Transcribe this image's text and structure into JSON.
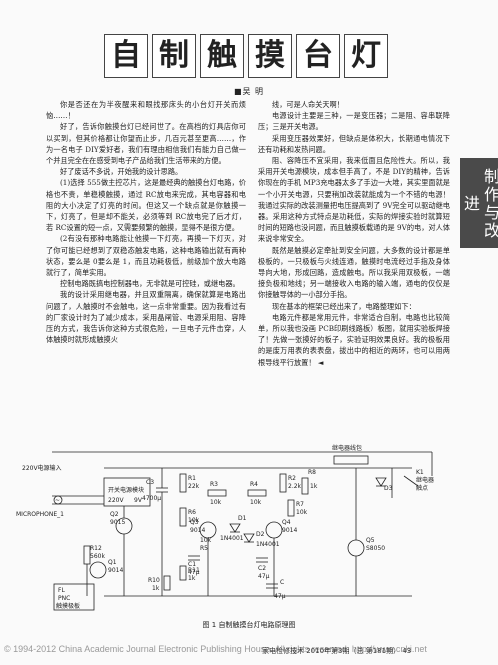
{
  "title_chars": [
    "自",
    "制",
    "触",
    "摸",
    "台",
    "灯"
  ],
  "author": "■吴 明",
  "side_badge": "制作与改进",
  "left_column": [
    "你是否还在为半夜醒来和眼找那床头的小台灯开关而烦恼……！",
    "好了，告诉你触摸台灯已经问世了。在高档的灯具店你可以买到，但其价格都让你望而止步，几百元甚至更高……，作为一名电子 DIY爱好者，我们有理由相信我们有能力自己做一个并且完全在在感受到电子产品给我们生活带来的方便。",
    "好了废话不多说，开始我的设计思路。",
    "(1)选择 555做主控芯片，这是最经典的触摸台灯电路，价格也不贵，单稳模触摸，通过 RC放电来完成，其电容器和电阻的大小决定了灯亮的时间。但这又一个缺点就是你触摸一下，灯亮了，但是却不能关，必须等到 RC放电完了后才灯，若 RC设置的短一点，又需要频繁的触摸，显得不是很方便。",
    "(2有没有那种电路能让他摸一下灯亮，再摸一下灯灭，对了你可能已经想到了双稳态触发电路，这种电路输出就有两种状态，要么是 0要么是 1，而且功耗极低，前级加个放大电路就行了，简单实用。",
    "控制电路既搞电控制器电，无非就是可控硅，或继电器。",
    "我的设计采用继电器，并且双重隔离，确保就算是电路出问题了，人触摸时不会触电，这一点非常重要。因为我看过有的厂家设计时为了减少成本，采用晶闸管、电源采用阻、容降压的方式，我告诉你这种方式很危险，一旦电子元件击穿，人体触摸时就形成触摸火"
  ],
  "right_column": [
    "线，可是人命关天啊！",
    "电源设计主要是三种，一是变压器；二是阻、容串联降压；三是开关电源。",
    "采用变压器效果好，但缺点是体积大，长期通电情况下还有功耗和发热问题。",
    "阻、容降压不宜采用，我来低面且危险性大。所以，我采用开关电源模块，成本但手高了，不是 DIY的精神，告诉你现在的手机 MP3充电器太多了手边一大堆，其实里面就是一个小开关电源，只要稍加改装就能成为一个不错的电源！我通过实际的改装测量把电压提高到了 9V完全可以驱动继电器。采用这种方式特点是功耗低，实际的焊接实验时就算短时间的短路也没问题，而且触摸板载通的是 9V的电，对人体来说非常安全。",
    "既然是触摸必定牵扯到安全问题，大多数的设计都是单极板的，一只极板与火线连通，触摸时电流经过手指及身体导向大地，形成回路，造成触电。所以我采用双极板，一端接负极和地线；另一端接收入电路的输入端，通电的仅仅是你接触导体的一小部分手指。",
    "现在基本的框架已经出来了，电路整理如下：",
    "电路元件都是常用元件，非常适合自制，电路也比较简单，所以我也没画 PCB印刷线路板）板图，就用实验板焊接了！先做一张摸好的板子，实验证明效果良好。我的极板用的是废万用表的表表盘，拔出中的相近的两环，也可以用两根导线平行放置！"
  ],
  "end_mark": "◄",
  "figure": {
    "labels": {
      "ac_in": "220V电源输入",
      "mains_sym": "~",
      "microphone": "MICROPHONE_1",
      "psu": "开关电源模块",
      "psu_in": "220V",
      "psu_out": "9V",
      "relay_coil": "继电器线包",
      "c3": "C3",
      "c3_val": "4700μ",
      "r1": "R1",
      "r1_val": "22k",
      "r2": "R2",
      "r2_val": "2.2k",
      "r3": "R3",
      "r3_val": "10k",
      "r4": "R4",
      "r4_val": "10k",
      "r5": "R5",
      "r5_val": "10k",
      "r6": "R6",
      "r6_val": "10k",
      "r7": "R7",
      "r7_val": "10k",
      "r8": "R8",
      "r8_val": "1k",
      "r10": "R10",
      "r10_val": "1k",
      "r11": "R11",
      "r11_val": "1k",
      "r12": "R12",
      "r12_val": "560k",
      "d1": "D1",
      "d1_val": "1N4001",
      "d2": "D2",
      "d2_val": "1N4001",
      "d3": "D3",
      "q1": "Q1",
      "q1_val": "9014",
      "q2": "Q2",
      "q2_val": "9015",
      "q3": "Q3",
      "q3_val": "9014",
      "q4": "Q4",
      "q4_val": "9014",
      "q5": "Q5",
      "q5_val": "S8050",
      "c1": "C1",
      "c1_val": "47μ",
      "c2": "C2",
      "c2_val": "47μ",
      "c": "C",
      "c_val": "47μ",
      "k1": "K1",
      "k1_note1": "继电器",
      "k1_note2": "触点",
      "fl": "FL",
      "fl_val": "PNC",
      "fl_note": "触摸极板"
    }
  },
  "figure_caption": "图 1 自制触摸台灯电路原理图",
  "footer_left": "© 1994-2012 China Academic Journal Electronic Publishing House. All rights reserved.    http://www.cnki.net",
  "footer_right": "家电检修技术 2010年第3期（总 第181期） 43"
}
